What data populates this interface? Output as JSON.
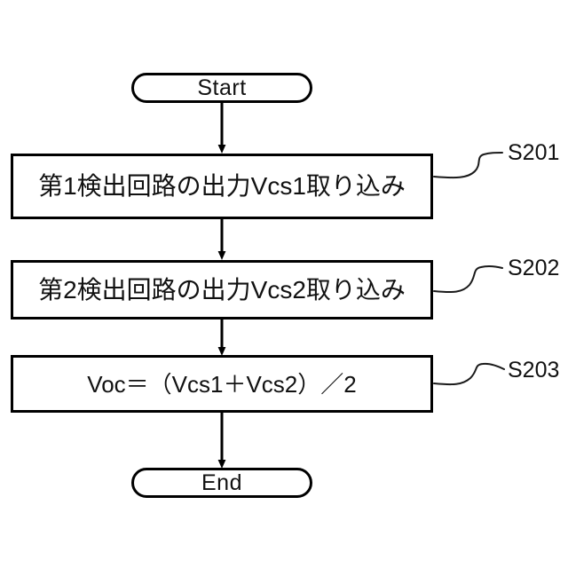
{
  "diagram": {
    "type": "flowchart",
    "orientation": "vertical",
    "background_color": "#ffffff",
    "line_color": "#000000",
    "nodes": [
      {
        "id": "start",
        "kind": "terminal",
        "label": "Start"
      },
      {
        "id": "s201",
        "kind": "process",
        "label": "第1検出回路の出力Vcs1取り込み",
        "step": "S201"
      },
      {
        "id": "s202",
        "kind": "process",
        "label": "第2検出回路の出力Vcs2取り込み",
        "step": "S202"
      },
      {
        "id": "s203",
        "kind": "process",
        "label": "Voc＝（Vcs1＋Vcs2）／2",
        "step": "S203"
      },
      {
        "id": "end",
        "kind": "terminal",
        "label": "End"
      }
    ],
    "step_labels": [
      {
        "text": "S201"
      },
      {
        "text": "S202"
      },
      {
        "text": "S203"
      }
    ]
  }
}
